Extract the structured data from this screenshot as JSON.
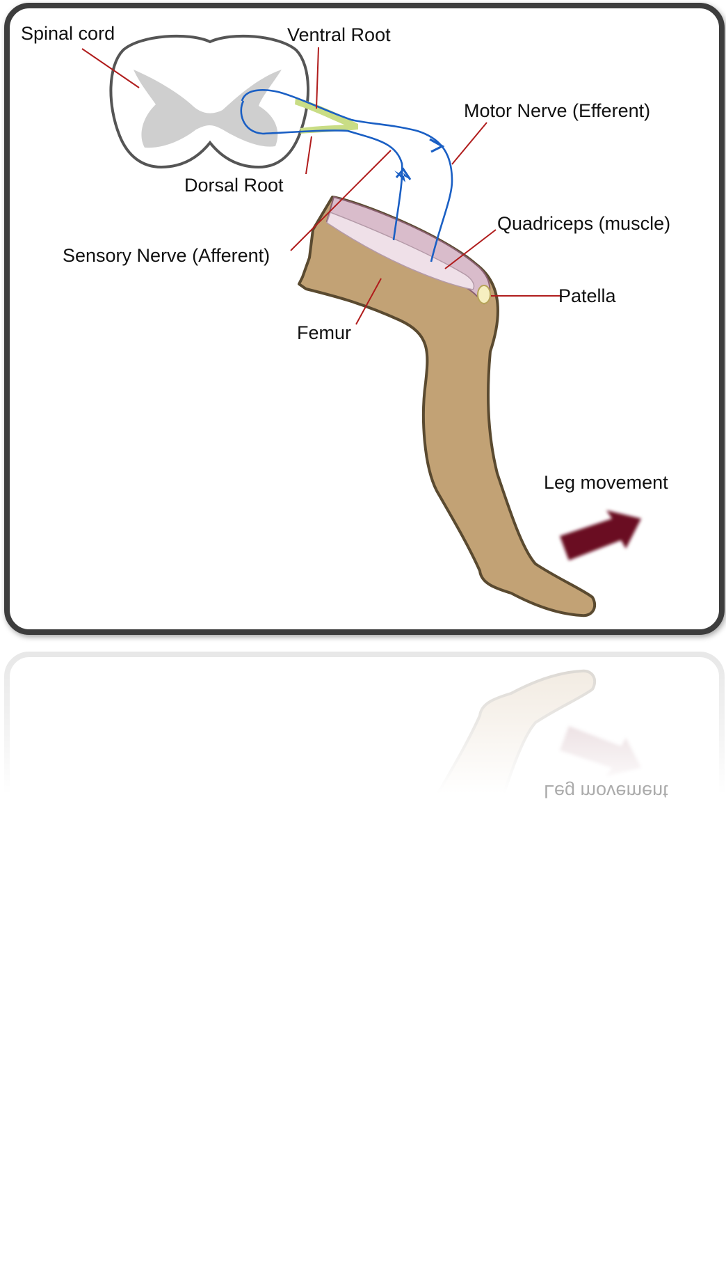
{
  "diagram": {
    "labels": {
      "spinal_cord": "Spinal cord",
      "ventral_root": "Ventral Root",
      "dorsal_root": "Dorsal Root",
      "motor_nerve": "Motor Nerve (Efferent)",
      "sensory_nerve": "Sensory Nerve (Afferent)",
      "quadriceps": "Quadriceps (muscle)",
      "patella": "Patella",
      "femur": "Femur",
      "leg_movement": "Leg movement"
    },
    "colors": {
      "frame_border": "#3d3d3d",
      "spinal_cord_fill": "#ffffff",
      "grey_matter": "#cfcfcf",
      "nerve_root": "#c9dd85",
      "nerve_fiber": "#1a5fc4",
      "leg_fill": "#c2a275",
      "leg_outline": "#5a4a30",
      "muscle_fill": "#d9bccb",
      "muscle_inner": "#efe0e8",
      "patella_fill": "#f6efc0",
      "leader_line": "#b01c1c",
      "movement_arrow": "#6b1020"
    }
  }
}
